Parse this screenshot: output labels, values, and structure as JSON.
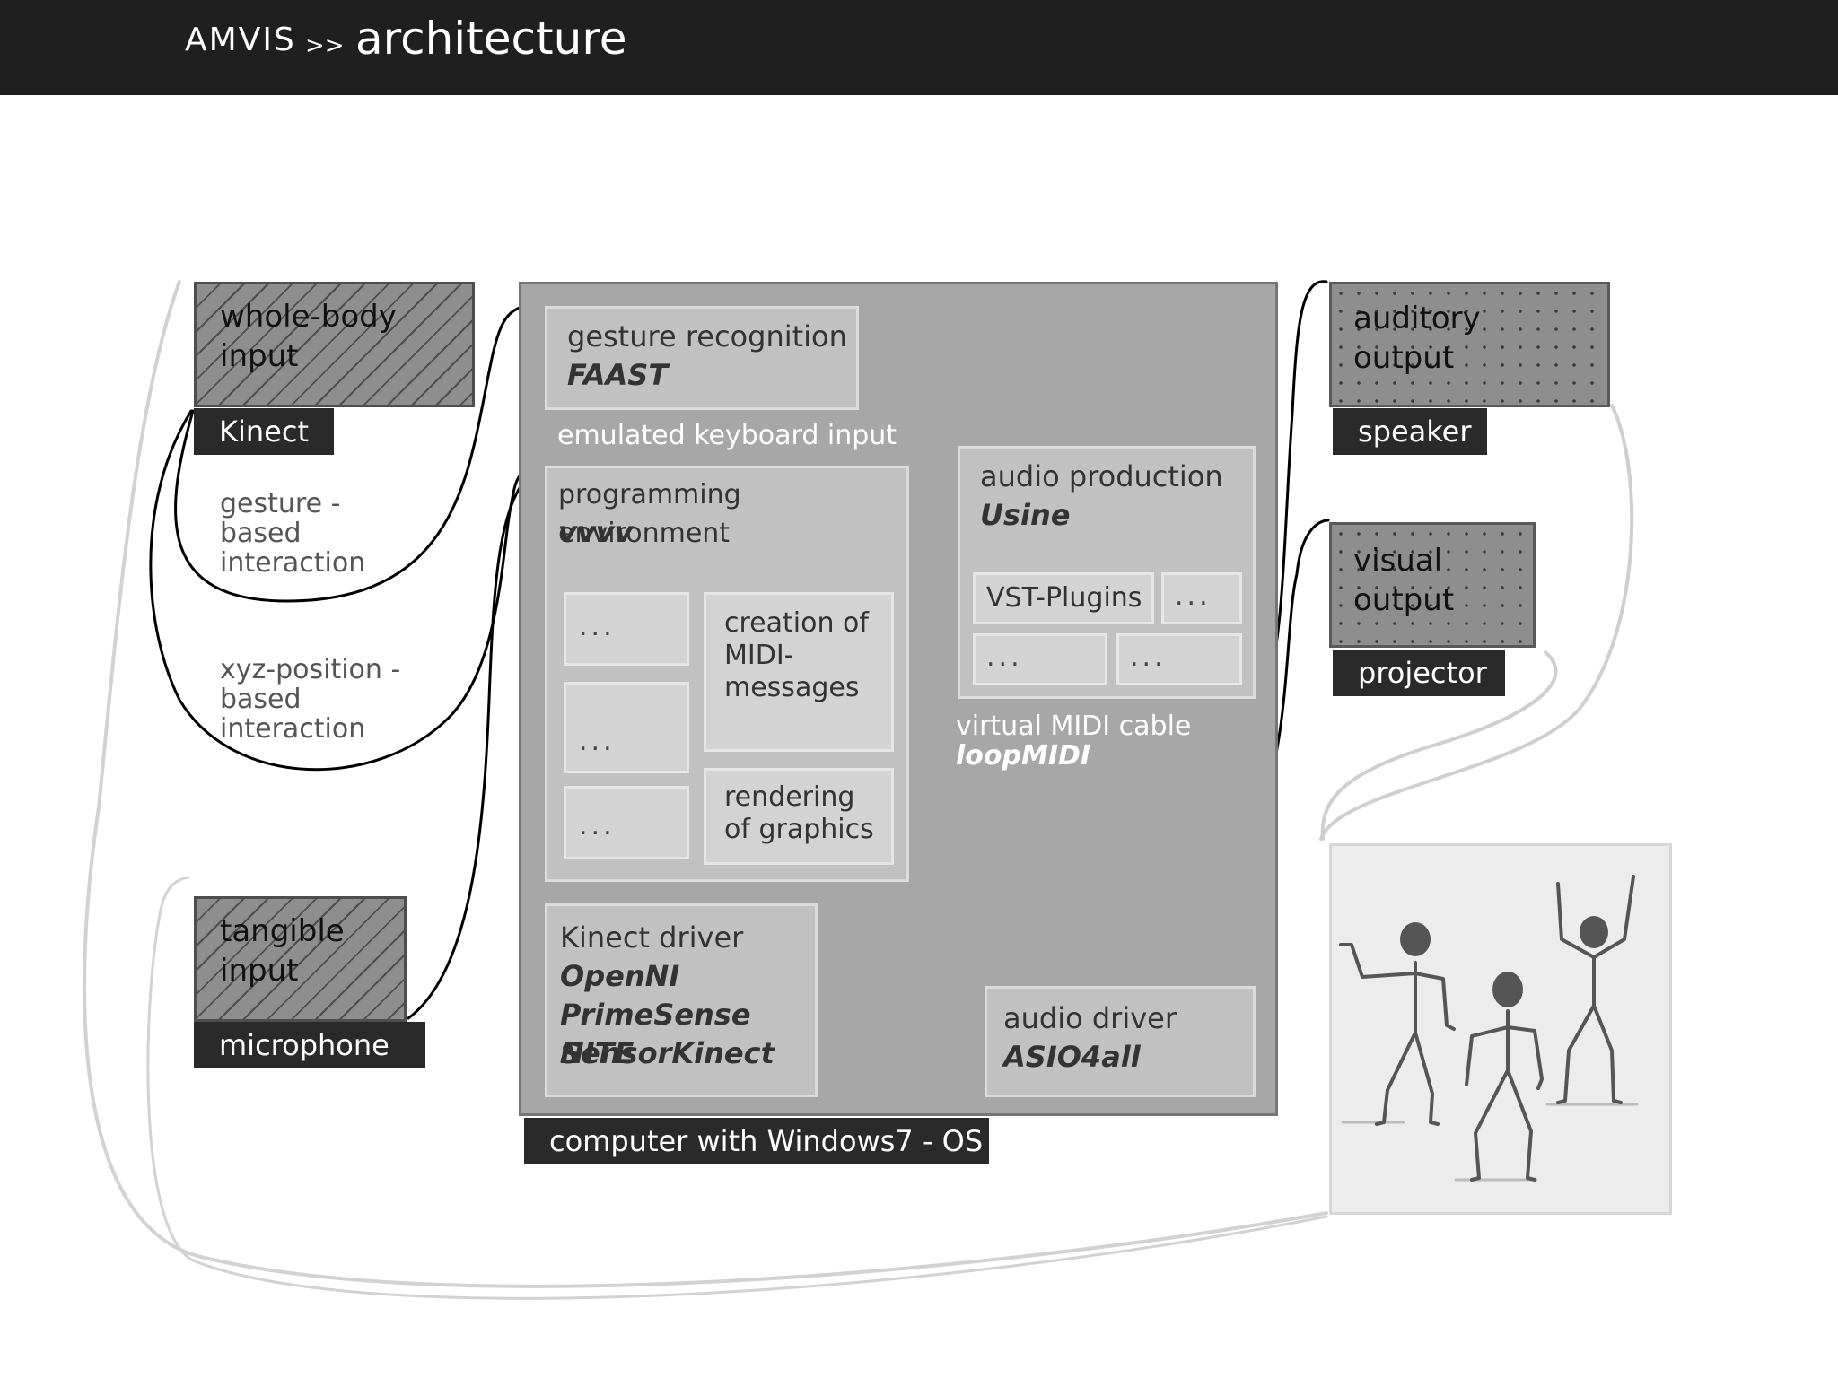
{
  "header": {
    "brand": "AMVIS",
    "separator": ">>",
    "title": "architecture"
  },
  "inputs": {
    "whole_body": {
      "line1": "whole-body",
      "line2": "input",
      "tag": "Kinect"
    },
    "tangible": {
      "line1": "tangible",
      "line2": "input",
      "tag": "microphone"
    }
  },
  "interactions": {
    "gesture": {
      "line1": "gesture -",
      "line2": "based",
      "line3": "interaction"
    },
    "xyz": {
      "line1": "xyz-position -",
      "line2": "based",
      "line3": "interaction"
    }
  },
  "outputs": {
    "auditory": {
      "line1": "auditory",
      "line2": "output",
      "tag": "speaker"
    },
    "visual": {
      "line1": "visual",
      "line2": "output",
      "tag": "projector"
    }
  },
  "computer": {
    "tag": "computer with Windows7 - OS",
    "gesture": {
      "line1": "gesture recognition",
      "line2": "FAAST"
    },
    "keyboard": "emulated keyboard input",
    "programming": {
      "line1": "programming environment",
      "line2": "vvvv",
      "ellipsis": "...",
      "midi": [
        "creation of",
        "MIDI-",
        "messages"
      ],
      "render": [
        "rendering",
        "of graphics"
      ]
    },
    "audio": {
      "line1": "audio production",
      "line2": "Usine",
      "vst": "VST-Plugins",
      "ellipsis": "..."
    },
    "midi_cable": {
      "line1": "virtual MIDI cable",
      "line2": "loopMIDI"
    },
    "kinect_driver": {
      "line1": "Kinect driver",
      "line2": "OpenNI",
      "line3": "PrimeSense NITE",
      "line4": "SensorKinect"
    },
    "audio_driver": {
      "line1": "audio driver",
      "line2": "ASIO4all"
    }
  },
  "colors": {
    "header_bg": "#1f1f1f",
    "computer_bg": "#a7a7a7",
    "tag_bg": "#2a2a2a",
    "audience_bg": "#ececec"
  },
  "icons": [
    "stick-figure-icon"
  ]
}
